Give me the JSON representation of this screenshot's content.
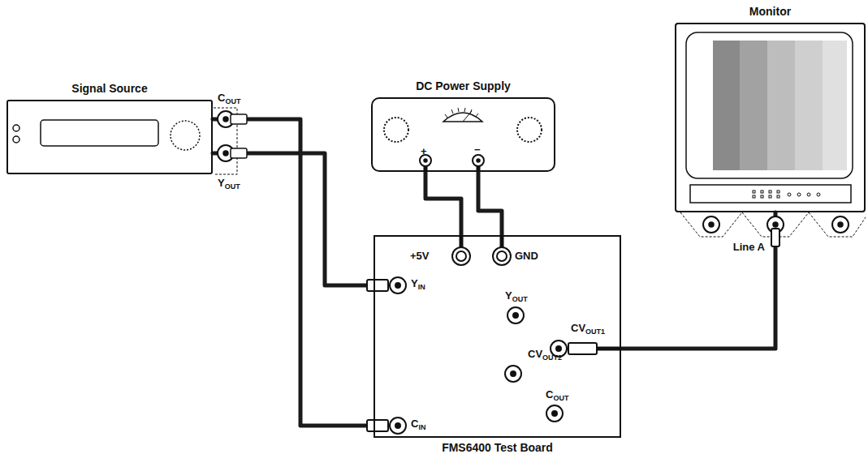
{
  "diagram": {
    "nodes": [
      {
        "text": [
          "Signal Source"
        ]
      },
      {
        "text": [
          "DC Power Supply"
        ]
      },
      {
        "text": [
          "Monitor"
        ]
      },
      {
        "text": [
          "FMS6400 Test Board"
        ]
      }
    ],
    "edges": [
      {
        "from": 0,
        "to": 3,
        "arrow": "none"
      },
      {
        "from": 0,
        "to": 3,
        "arrow": "none"
      },
      {
        "from": 1,
        "to": 3,
        "arrow": "none"
      },
      {
        "from": 1,
        "to": 3,
        "arrow": "none"
      },
      {
        "from": 3,
        "to": 2,
        "arrow": "none"
      }
    ],
    "labels": [
      "COUT",
      "YOUT",
      "+",
      "−",
      "+5V",
      "GND",
      "YIN",
      "YOUT",
      "CVOUT1",
      "CVOUT2",
      "CIN",
      "COUT",
      "Line A"
    ]
  }
}
